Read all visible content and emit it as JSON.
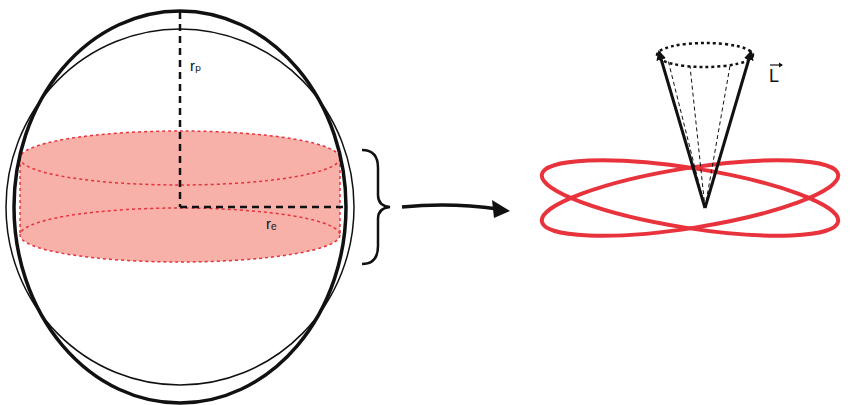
{
  "diagram": {
    "labels": [
      "rₚ",
      "rₑ",
      "L"
    ]
  }
}
